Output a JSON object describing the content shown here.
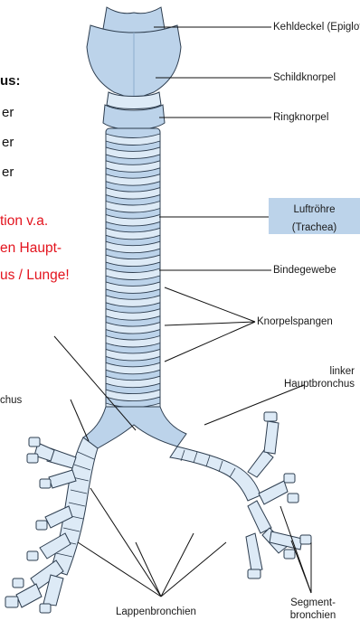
{
  "labels": {
    "epiglottis": "Kehldeckel (Epiglottis)",
    "schildknorpel": "Schildknorpel",
    "ringknorpel": "Ringknorpel",
    "luftroehre_1": "Luftröhre",
    "luftroehre_2": "(Trachea)",
    "bindegewebe": "Bindegewebe",
    "knorpelspangen": "Knorpelspangen",
    "linker_1": "linker",
    "linker_2": "Hauptbronchus",
    "rechter_partial": "chus",
    "lappenbronchien": "Lappenbronchien",
    "segment_1": "Segment-",
    "segment_2": "bronchien"
  },
  "left_text": {
    "heading_partial": "us:",
    "line1": "er",
    "line2": "er",
    "line3": "er"
  },
  "red_note": {
    "line1": "tion v.a.",
    "line2": "en Haupt-",
    "line3": "us / Lunge!"
  },
  "colors": {
    "tissue": "#bcd3ea",
    "tissue_dark": "#8eaecf",
    "cartilage": "#ddeaf6",
    "outline": "#2d3d4f",
    "red_text": "#e3141e"
  }
}
